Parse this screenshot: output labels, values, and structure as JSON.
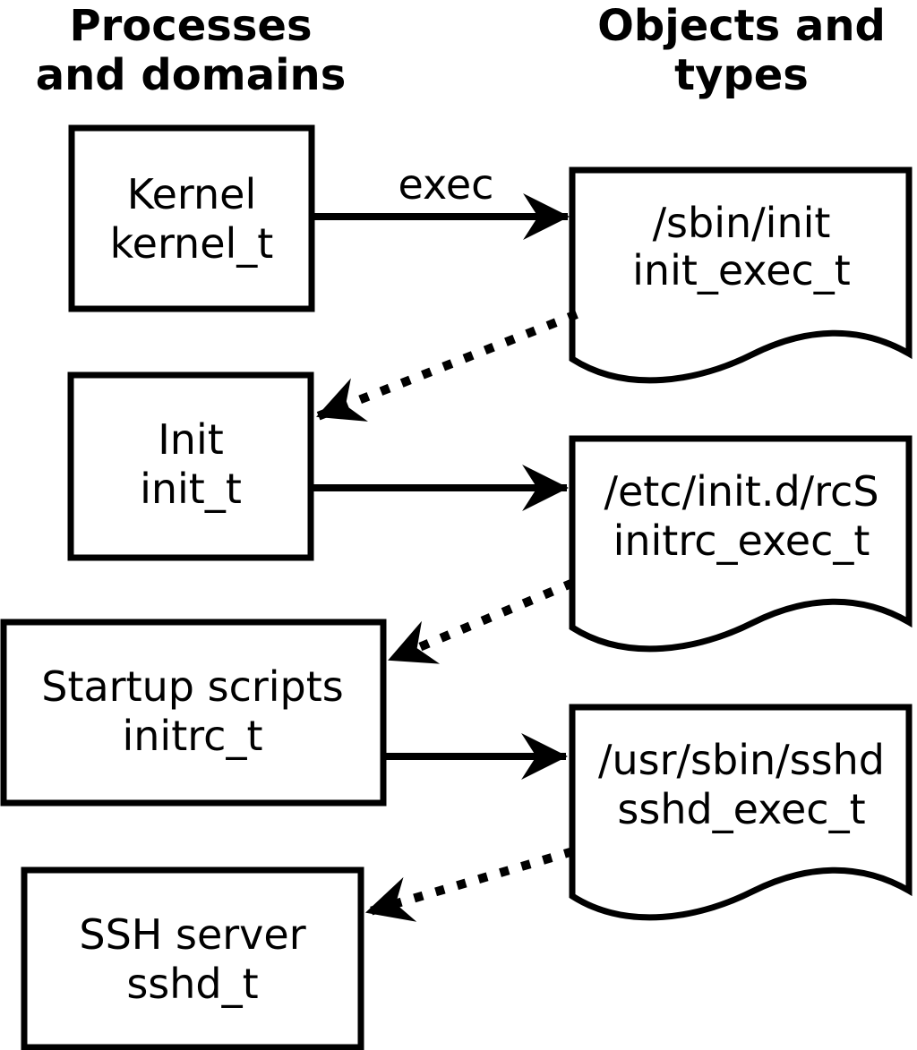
{
  "diagram": {
    "left_header": {
      "line1": "Processes",
      "line2": "and domains"
    },
    "right_header": {
      "line1": "Objects and",
      "line2": "types"
    },
    "exec_label": "exec",
    "processes": [
      {
        "name": "Kernel",
        "domain": "kernel_t"
      },
      {
        "name": "Init",
        "domain": "init_t"
      },
      {
        "name": "Startup scripts",
        "domain": "initrc_t"
      },
      {
        "name": "SSH server",
        "domain": "sshd_t"
      }
    ],
    "objects": [
      {
        "path": "/sbin/init",
        "type": "init_exec_t"
      },
      {
        "path": "/etc/init.d/rcS",
        "type": "initrc_exec_t"
      },
      {
        "path": "/usr/sbin/sshd",
        "type": "sshd_exec_t"
      }
    ],
    "colors": {
      "line": "#000000",
      "fill": "#ffffff",
      "background": "#ffffff",
      "text": "#000000"
    }
  }
}
